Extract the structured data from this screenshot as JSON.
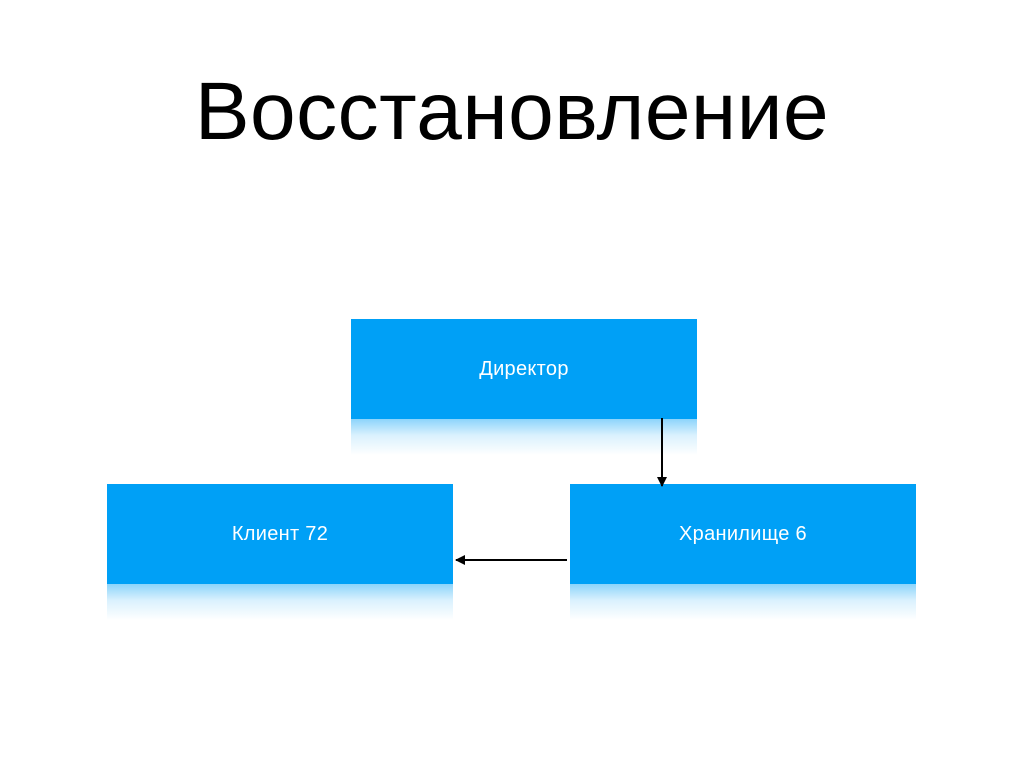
{
  "title": "Восстановление",
  "colors": {
    "node_fill": "#00A0F6",
    "node_text": "#FFFFFF",
    "arrow": "#000000"
  },
  "nodes": {
    "director": "Директор",
    "client": "Клиент 72",
    "storage": "Хранилище 6"
  },
  "edges": [
    {
      "from": "director",
      "to": "storage"
    },
    {
      "from": "storage",
      "to": "client"
    }
  ]
}
